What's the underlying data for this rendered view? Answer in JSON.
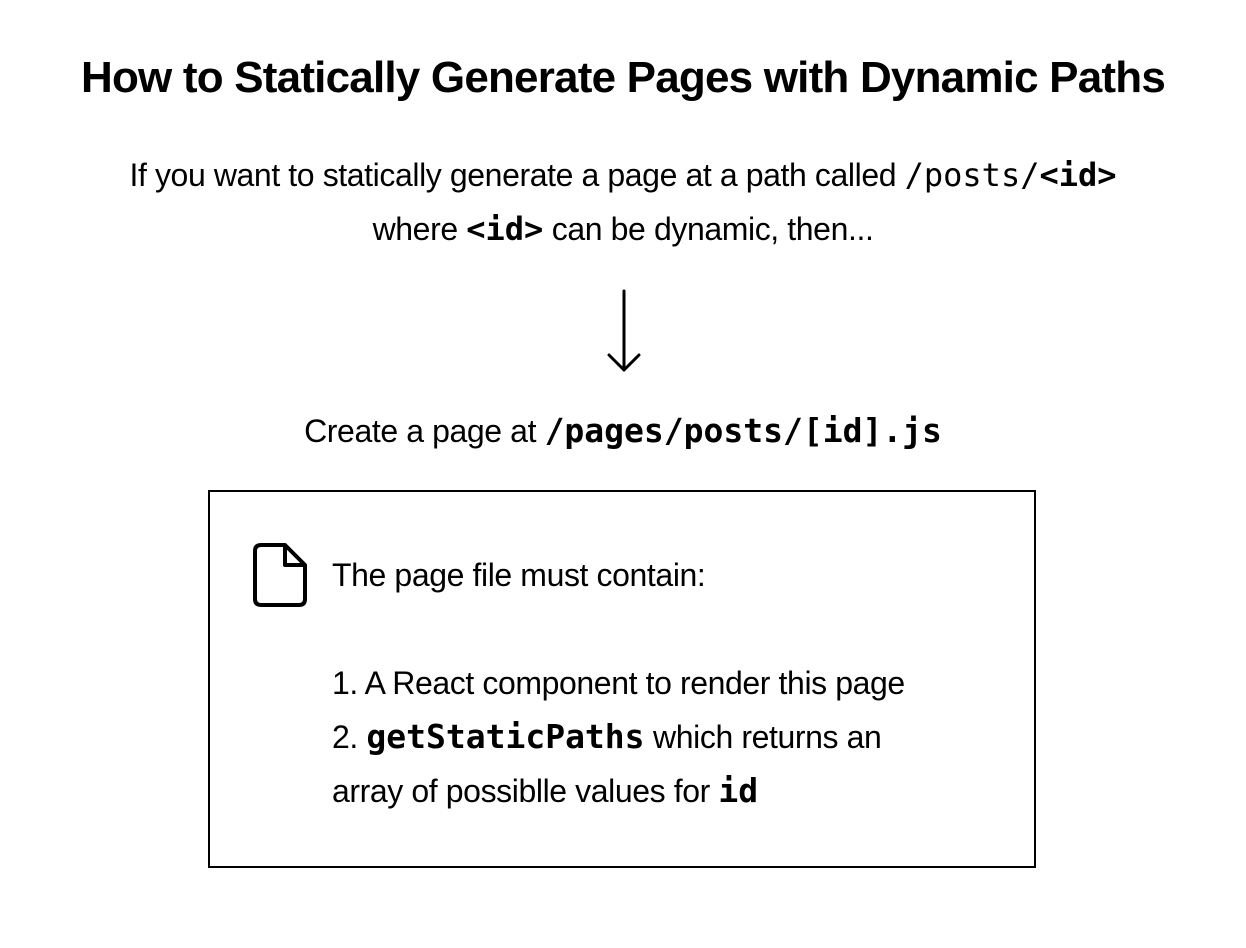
{
  "title": "How to Statically Generate Pages with Dynamic Paths",
  "intro": {
    "prefix": "If you want to statically generate a page at a path called ",
    "path_code": "/posts/",
    "id_code": "<id>",
    "where": "where ",
    "id_code_2": "<id>",
    "suffix": " can be dynamic, then..."
  },
  "arrow": {
    "icon": "down-arrow-icon"
  },
  "step": {
    "prefix": "Create a page at ",
    "file_path": "/pages/posts/[id].js"
  },
  "requirements": {
    "icon": "file-icon",
    "heading": "The page file must contain:",
    "item1": "1. A React component to render this page",
    "item2_num": "2. ",
    "item2_code": "getStaticPaths",
    "item2_text": " which returns an",
    "item3_text": "array of possiblle values for ",
    "item3_code": "id"
  }
}
